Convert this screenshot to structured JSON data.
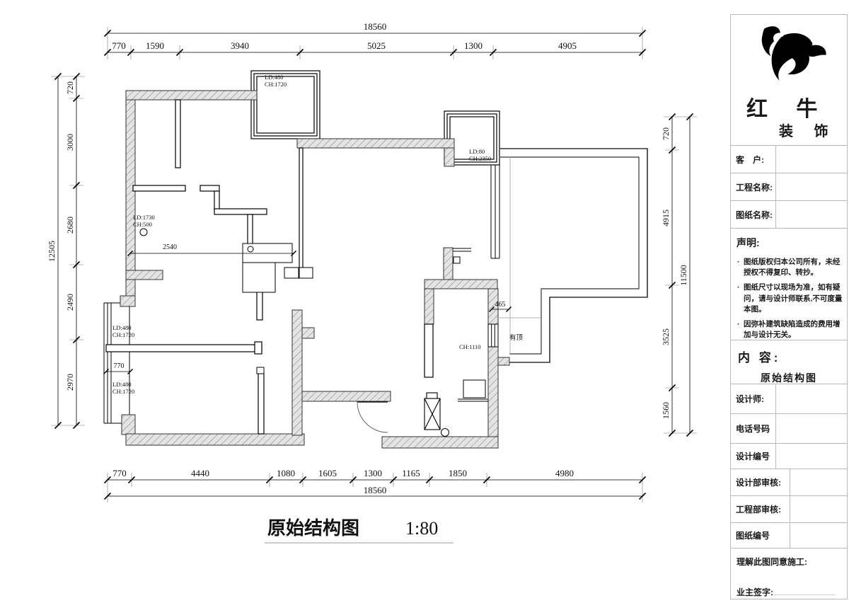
{
  "drawing": {
    "title": "原始结构图",
    "scale_label": "1:80",
    "dims": {
      "top_total": "18560",
      "top_segments": [
        "770",
        "1590",
        "3940",
        "5025",
        "1300",
        "4905"
      ],
      "bottom_total": "18560",
      "bottom_segments": [
        "770",
        "4440",
        "1080",
        "1605",
        "1300",
        "1165",
        "1850",
        "4980"
      ],
      "left_total": "12505",
      "left_segments": [
        "720",
        "3000",
        "2680",
        "2490",
        "2970"
      ],
      "right_total": "11500",
      "right_segments": [
        "720",
        "4915",
        "3525",
        "1560"
      ],
      "inner_2540": "2540",
      "inner_770": "770",
      "inner_465": "465"
    },
    "annotations": {
      "bay_top_left": [
        "LD:480",
        "CH:1720"
      ],
      "bay_top_mid": [
        "LD:80",
        "CH:2350"
      ],
      "window_left_upper": [
        "LD:480",
        "CH:1720"
      ],
      "window_left_lower": [
        "LD:480",
        "CH:1720"
      ],
      "storeroom": [
        "LD:1730",
        "CH:500"
      ],
      "ch_1110": "CH:1110",
      "covered": "有顶"
    }
  },
  "titleblock": {
    "company_name": "红 牛",
    "company_sub": "装 饰",
    "fields": {
      "client": "客　户:",
      "project": "工程名称:",
      "sheet": "图纸名称:",
      "designer": "设计师:",
      "phone": "电话号码",
      "design_no": "设计编号",
      "design_review": "设计部审核:",
      "engineering_review": "工程部审核:",
      "drawing_no": "图纸编号"
    },
    "statement": {
      "heading": "声明:",
      "items": [
        "图纸版权归本公司所有，未经授权不得复印、转抄。",
        "图纸尺寸以现场为准，如有疑问，请与设计师联系,不可度量本图。",
        "因弥补建筑缺陷造成的费用增加与设计无关。"
      ]
    },
    "content": {
      "heading": "内 容:",
      "value": "原始结构图"
    },
    "signoff": {
      "agree": "理解此图同意施工:",
      "owner_sign": "业主签字:"
    },
    "colors": {
      "line": "#b9b9b9",
      "ink": "#1a1a1a"
    }
  }
}
